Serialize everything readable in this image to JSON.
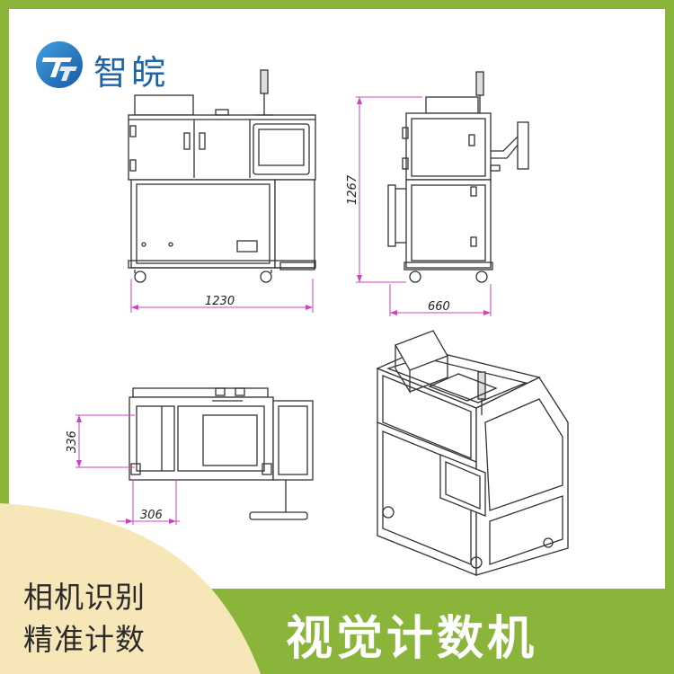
{
  "brand": {
    "name": "智皖"
  },
  "dimensions": {
    "front_width": "1230",
    "side_height": "1267",
    "side_depth": "660",
    "top_depth": "336",
    "top_width": "306"
  },
  "tagline": {
    "line1": "相机识别",
    "line2": "精准计数"
  },
  "product": {
    "name": "视觉计数机"
  },
  "colors": {
    "accent_green": "#8bb53a",
    "tag_cream": "#f7e7b8",
    "brand_blue": "#1d64a8",
    "dim_magenta": "#d040c0"
  }
}
